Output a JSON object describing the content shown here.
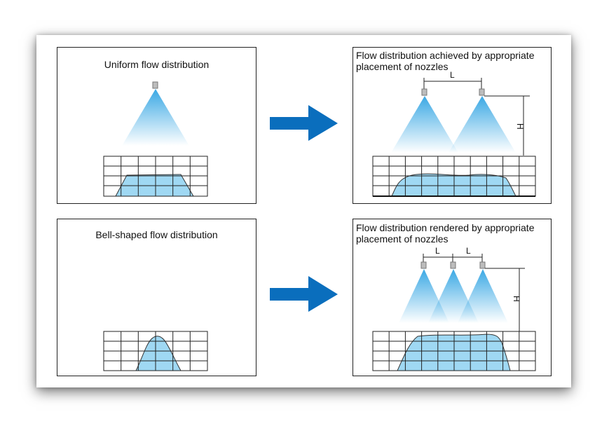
{
  "panels": {
    "uniform": {
      "title": "Uniform flow distribution"
    },
    "uniform_result": {
      "title_line1": "Flow distribution achieved by appropriate",
      "title_line2": "placement of nozzles",
      "spacing_label": "L",
      "height_label": "H"
    },
    "bell": {
      "title": "Bell-shaped flow distribution"
    },
    "bell_result": {
      "title_line1": "Flow distribution rendered by appropriate",
      "title_line2": "placement of nozzles",
      "spacing_label_1": "L",
      "spacing_label_2": "L",
      "height_label": "H"
    }
  },
  "colors": {
    "arrow": "#0a6ebd",
    "spray": "#4fb3e8",
    "distribution_fill": "#9fd8f3",
    "nozzle": "#b8b8b8"
  }
}
